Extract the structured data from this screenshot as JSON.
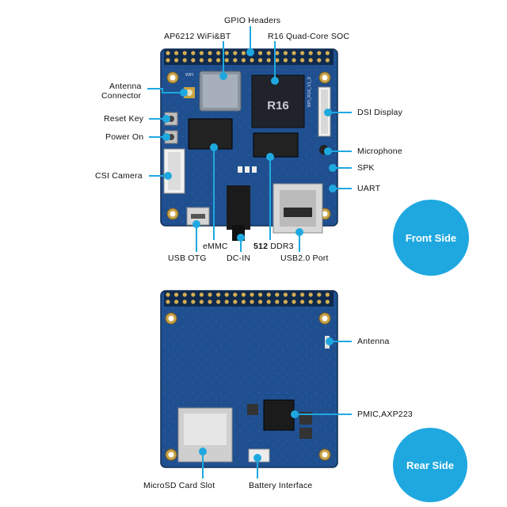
{
  "front": {
    "badge": "Front Side",
    "labels": {
      "gpio": "GPIO Headers",
      "wifi": "AP6212 WiFi&BT",
      "soc": "R16 Quad-Core SOC",
      "antenna_connector_1": "Antenna",
      "antenna_connector_2": "Connector",
      "reset": "Reset Key",
      "power": "Power On",
      "csi": "CSI Camera",
      "dsi": "DSI Display",
      "mic": "Microphone",
      "spk": "SPK",
      "uart": "UART",
      "emmc": "eMMC",
      "usb_otg": "USB OTG",
      "dc_in": "DC-IN",
      "ddr_size": "512",
      "ddr": "DDR3",
      "usb2": "USB2.0 Port"
    },
    "silkscreen": {
      "soc_chip": "R16",
      "board_name": "BPI_R16_V1_0",
      "wifi_tag": "WIFI"
    }
  },
  "rear": {
    "badge": "Rear Side",
    "labels": {
      "antenna": "Antenna",
      "pmic": "PMIC,AXP223",
      "microsd": "MicroSD Card Slot",
      "battery": "Battery Interface"
    }
  },
  "colors": {
    "accent": "#1fa8e0",
    "board": "#1f4f8f",
    "board_dark": "#163b6e"
  }
}
